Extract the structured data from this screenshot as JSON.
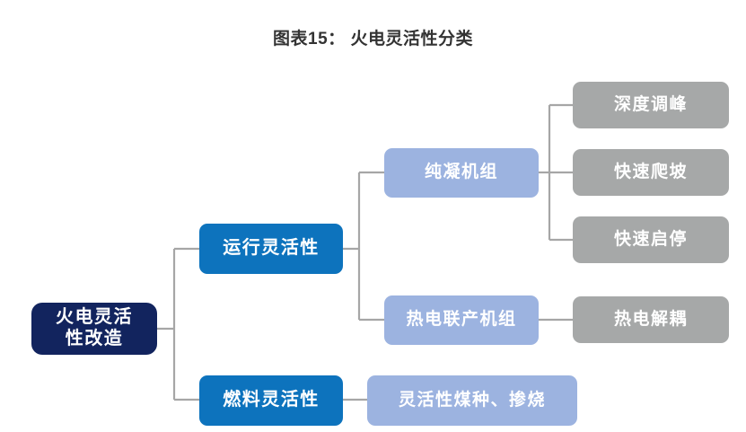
{
  "figure": {
    "title": "图表15： 火电灵活性分类",
    "background_color": "#ffffff",
    "connector_color": "#a6a6a6"
  },
  "palette": {
    "root": "#12245e",
    "level2": "#0d73bd",
    "level3": "#9cb3e0",
    "leaf": "#a6a8a8",
    "text": "#ffffff",
    "title_text": "#333333"
  },
  "diagram": {
    "type": "tree",
    "orientation": "left-to-right",
    "root": {
      "label": "火电灵活\n性改造",
      "level": 1
    },
    "level2": [
      {
        "label": "运行灵活性",
        "level": 2
      },
      {
        "label": "燃料灵活性",
        "level": 2
      }
    ],
    "level3": [
      {
        "label": "纯凝机组",
        "level": 3,
        "parent": "运行灵活性"
      },
      {
        "label": "热电联产机组",
        "level": 3,
        "parent": "运行灵活性"
      },
      {
        "label": "灵活性煤种、掺烧",
        "level": 3,
        "parent": "燃料灵活性"
      }
    ],
    "leaves": [
      {
        "label": "深度调峰",
        "level": 4,
        "parent": "纯凝机组"
      },
      {
        "label": "快速爬坡",
        "level": 4,
        "parent": "纯凝机组"
      },
      {
        "label": "快速启停",
        "level": 4,
        "parent": "纯凝机组"
      },
      {
        "label": "热电解耦",
        "level": 4,
        "parent": "热电联产机组"
      }
    ]
  }
}
